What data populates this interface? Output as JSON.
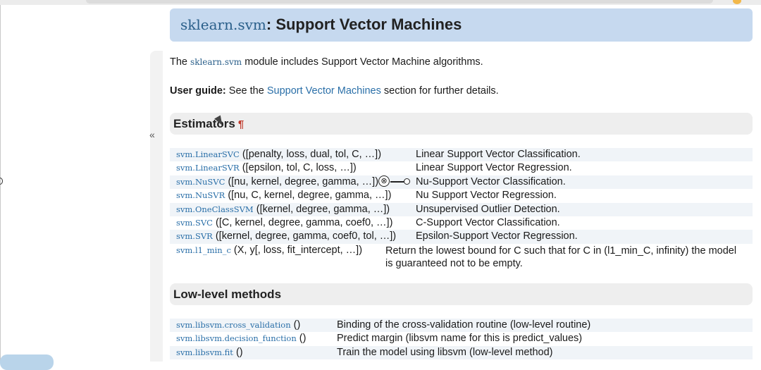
{
  "title": {
    "module": "sklearn.svm",
    "rest": ": Support Vector Machines"
  },
  "intro": {
    "pre": "The",
    "module": "sklearn.svm",
    "post": "module includes Support Vector Machine algorithms."
  },
  "user_guide": {
    "label": "User guide:",
    "pre": "See the",
    "link": "Support Vector Machines",
    "post": "section for further details."
  },
  "sidebar": {
    "collapse": "«"
  },
  "estimators": {
    "heading": "Estimators",
    "pilcrow": "¶",
    "rows": [
      {
        "name": "svm.LinearSVC",
        "sig": "([penalty, loss, dual, tol, C, …])",
        "desc": "Linear Support Vector Classification."
      },
      {
        "name": "svm.LinearSVR",
        "sig": "([epsilon, tol, C, loss, …])",
        "desc": "Linear Support Vector Regression."
      },
      {
        "name": "svm.NuSVC",
        "sig": "([nu, kernel, degree, gamma, …])",
        "desc": "Nu-Support Vector Classification."
      },
      {
        "name": "svm.NuSVR",
        "sig": "([nu, C, kernel, degree, gamma, …])",
        "desc": "Nu Support Vector Regression."
      },
      {
        "name": "svm.OneClassSVM",
        "sig": "([kernel, degree, gamma, …])",
        "desc": "Unsupervised Outlier Detection."
      },
      {
        "name": "svm.SVC",
        "sig": "([C, kernel, degree, gamma, coef0, …])",
        "desc": "C-Support Vector Classification."
      },
      {
        "name": "svm.SVR",
        "sig": "([kernel, degree, gamma, coef0, tol, …])",
        "desc": "Epsilon-Support Vector Regression."
      },
      {
        "name": "svm.l1_min_c",
        "sig": "(X, y[, loss, fit_intercept, …])",
        "desc": "Return the lowest bound for C such that for C in (l1_min_C, infinity) the model is guaranteed not to be empty."
      }
    ]
  },
  "lowlevel": {
    "heading": "Low-level methods",
    "rows": [
      {
        "name": "svm.libsvm.cross_validation",
        "sig": "()",
        "desc": "Binding of the cross-validation routine (low-level routine)"
      },
      {
        "name": "svm.libsvm.decision_function",
        "sig": "()",
        "desc": "Predict margin (libsvm name for this is predict_values)"
      },
      {
        "name": "svm.libsvm.fit",
        "sig": "()",
        "desc": "Train the model using libsvm (low-level method)"
      }
    ]
  },
  "overlay": {
    "drag_glyph": "⊗"
  }
}
